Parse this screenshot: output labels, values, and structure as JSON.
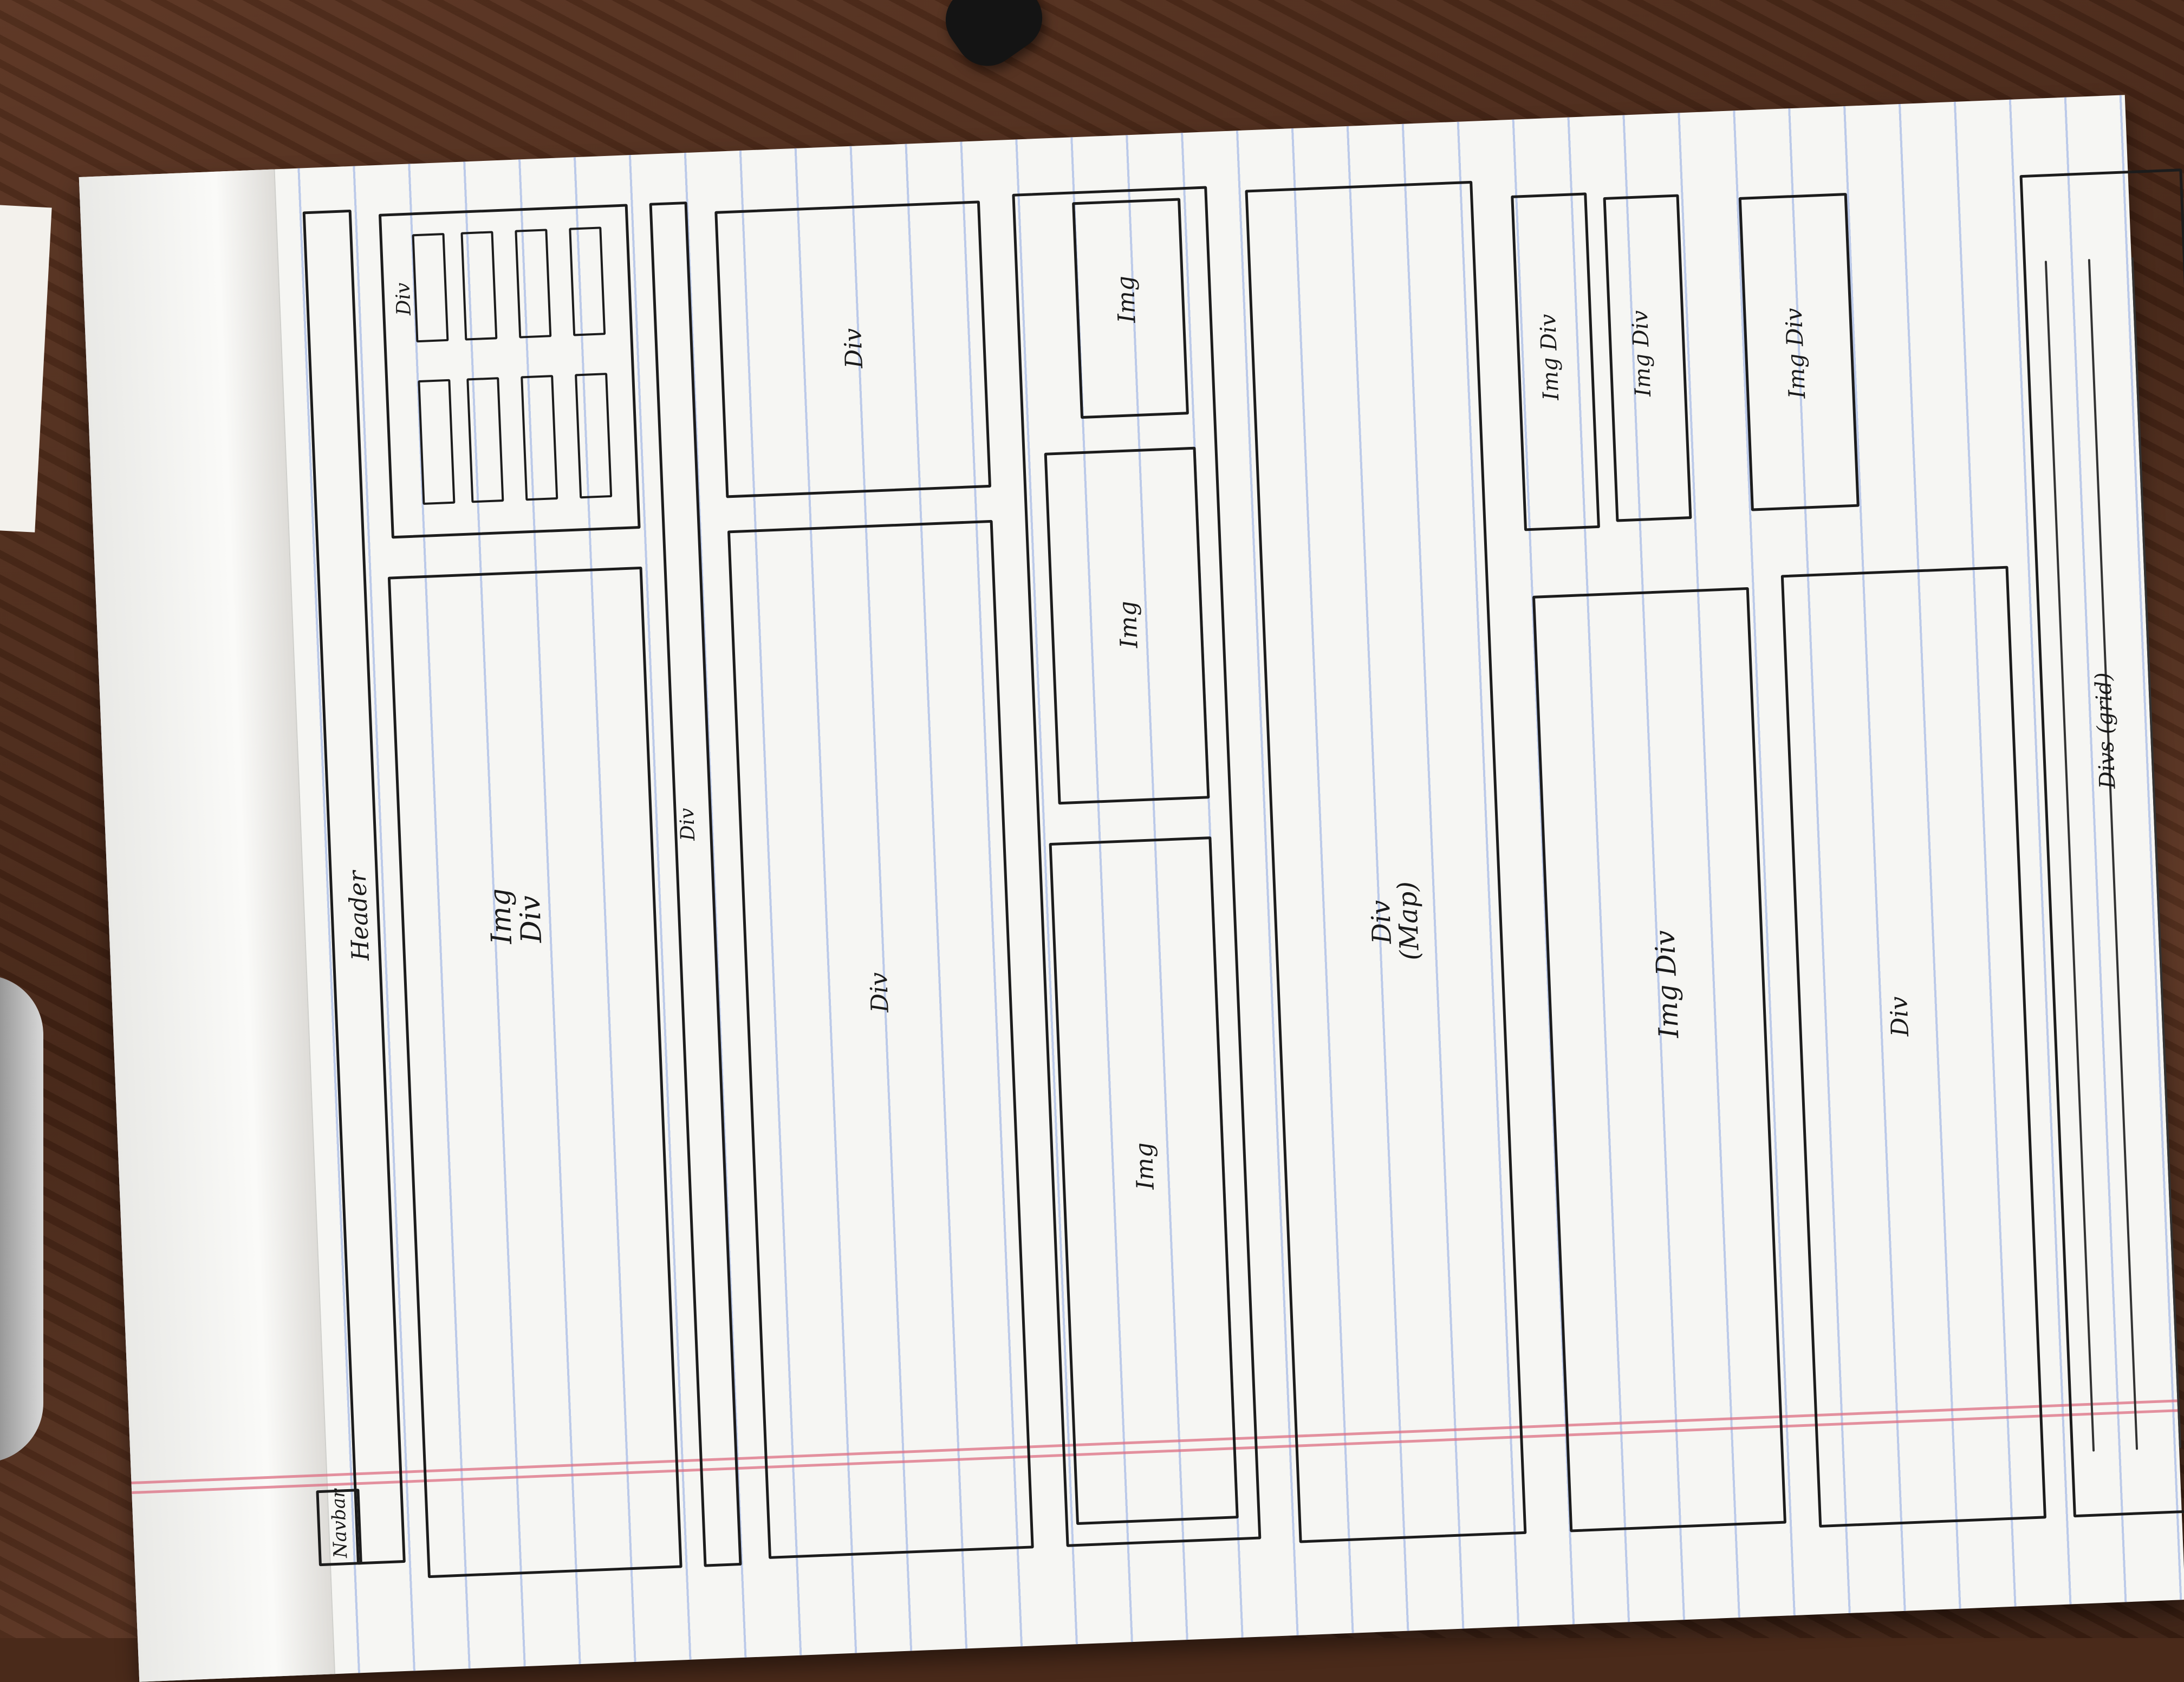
{
  "labels": {
    "navbar": "Navbar",
    "header": "Header",
    "grid_div": "Div",
    "img_div_1": "Img\nDiv",
    "thin_div": "Div",
    "div_top": "Div",
    "div_large": "Div",
    "img_small": "Img",
    "img_mid": "Img",
    "img_bottom": "Img",
    "map_div": "Div\n(Map)",
    "img_div_a": "Img Div",
    "img_div_b": "Img Div",
    "img_div_c": "Img Div",
    "img_div_2": "Img Div",
    "div_last": "Div",
    "divs_grid": "Divs (grid)"
  }
}
